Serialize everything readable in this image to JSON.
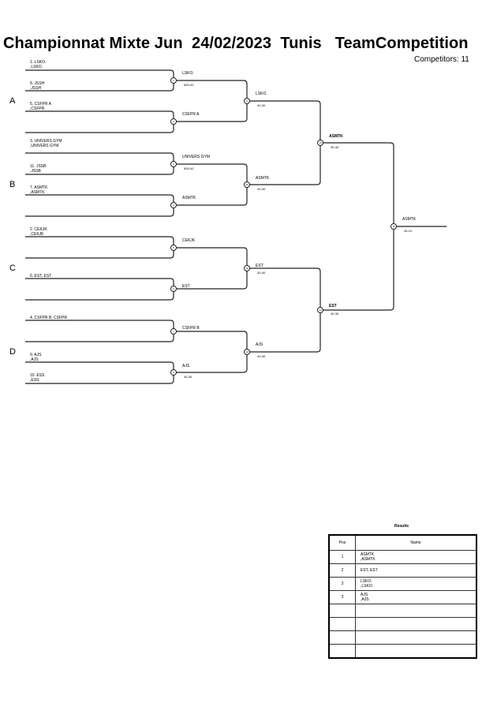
{
  "header": {
    "title": "Championnat Mixte Jun  24/02/2023  Tunis   TeamCompetition",
    "competitors": "Competitors: 11"
  },
  "groups": [
    "A",
    "B",
    "C",
    "D"
  ],
  "entries": [
    {
      "line1": "1. LSKO.",
      "line2": ",LSKO."
    },
    {
      "line1": "8. JSSH",
      "line2": ",JSSH"
    },
    {
      "line1": "5. CSFPR A",
      "line2": ",CSFPR"
    },
    {
      "line1": "3. UNIVERS GYM",
      "line2": ",UNIVERS GYM"
    },
    {
      "line1": "11. JSSB",
      "line2": ",JSSB"
    },
    {
      "line1": "7. ASMTK",
      "line2": ",ASMTK"
    },
    {
      "line1": "2. CEKJK",
      "line2": ",CEKJK"
    },
    {
      "line1": "6. EST, EST",
      "line2": ""
    },
    {
      "line1": "4. CSFPR B, CSFPR",
      "line2": ""
    },
    {
      "line1": "9. AJS",
      "line2": ",AJS"
    },
    {
      "line1": "10. ESS",
      "line2": ",ESS"
    }
  ],
  "round1": [
    {
      "match": "1",
      "winner": "LSKO.",
      "score": "500-00"
    },
    {
      "match": "2",
      "winner": "CSFPR A",
      "score": ""
    },
    {
      "match": "3",
      "winner": "UNIVERS GYM",
      "score": "500-00"
    },
    {
      "match": "4",
      "winner": "ASMTK",
      "score": ""
    },
    {
      "match": "5",
      "winner": "CEKJK",
      "score": ""
    },
    {
      "match": "6",
      "winner": "EST",
      "score": ""
    },
    {
      "match": "7",
      "winner": "CSFPR B",
      "score": ""
    },
    {
      "match": "8",
      "winner": "AJS",
      "score": "40-30"
    }
  ],
  "round2": [
    {
      "match": "9",
      "winner": "LSKO.",
      "score": "40-30"
    },
    {
      "match": "10",
      "winner": "ASMTK",
      "score": "40-30"
    },
    {
      "match": "11",
      "winner": "EST",
      "score": "30-40"
    },
    {
      "match": "12",
      "winner": "AJS",
      "score": "40-30"
    }
  ],
  "round3": [
    {
      "match": "13",
      "winner": "ASMTK",
      "score": "30-40"
    },
    {
      "match": "14",
      "winner": "EST",
      "score": "40-30"
    }
  ],
  "final": {
    "match": "15",
    "winner": "ASMTK",
    "score": "30-10"
  },
  "results": {
    "title": "Results",
    "headers": {
      "pos": "Pos",
      "name": "Name"
    },
    "rows": [
      {
        "pos": "1",
        "name1": "ASMTK",
        "name2": ",ASMTK"
      },
      {
        "pos": "2",
        "name1": "EST, EST",
        "name2": ""
      },
      {
        "pos": "3",
        "name1": "LSKO.",
        "name2": ",LSKO."
      },
      {
        "pos": "3",
        "name1": "AJS",
        "name2": ",AJS"
      },
      {
        "pos": "",
        "name1": "",
        "name2": ""
      },
      {
        "pos": "",
        "name1": "",
        "name2": ""
      },
      {
        "pos": "",
        "name1": "",
        "name2": ""
      },
      {
        "pos": "",
        "name1": "",
        "name2": ""
      }
    ]
  }
}
